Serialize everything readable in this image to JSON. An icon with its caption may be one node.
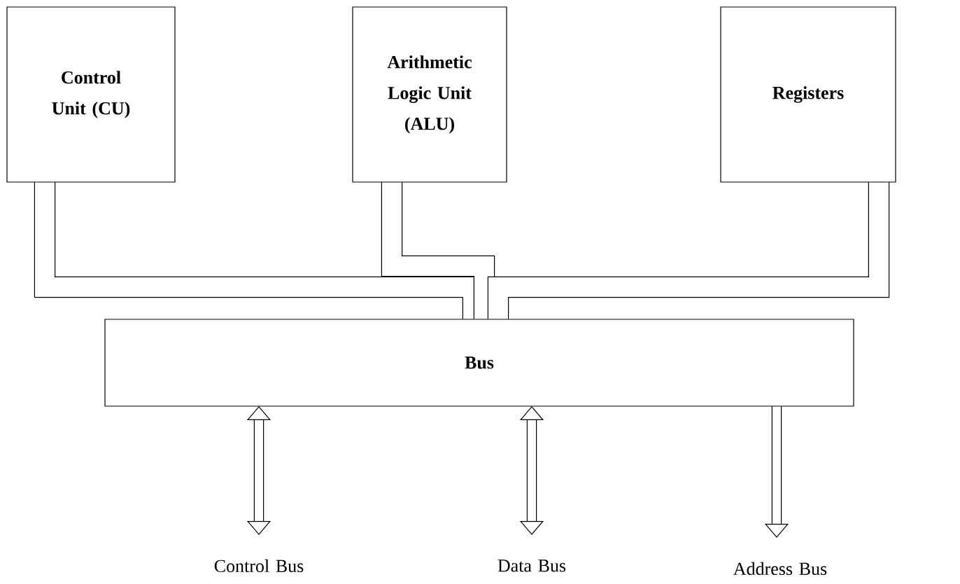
{
  "diagram": {
    "nodes": [
      {
        "text": [
          "Control Unit (CU)"
        ]
      },
      {
        "text": [
          "Arithmetic Logic Unit (ALU)"
        ]
      },
      {
        "text": [
          "Registers"
        ]
      },
      {
        "text": [
          "Bus"
        ]
      },
      {
        "text": [
          "Control Bus"
        ]
      },
      {
        "text": [
          "Data Bus"
        ]
      },
      {
        "text": [
          "Address Bus"
        ]
      }
    ],
    "edges": [
      {
        "from": 0,
        "to": 3,
        "arrow": "none",
        "style": "thick"
      },
      {
        "from": 1,
        "to": 3,
        "arrow": "none",
        "style": "thick"
      },
      {
        "from": 2,
        "to": 3,
        "arrow": "none",
        "style": "thick"
      },
      {
        "from": 3,
        "to": 4,
        "arrow": "both"
      },
      {
        "from": 3,
        "to": 5,
        "arrow": "both"
      },
      {
        "from": 3,
        "to": 6,
        "arrow": "to"
      }
    ]
  }
}
